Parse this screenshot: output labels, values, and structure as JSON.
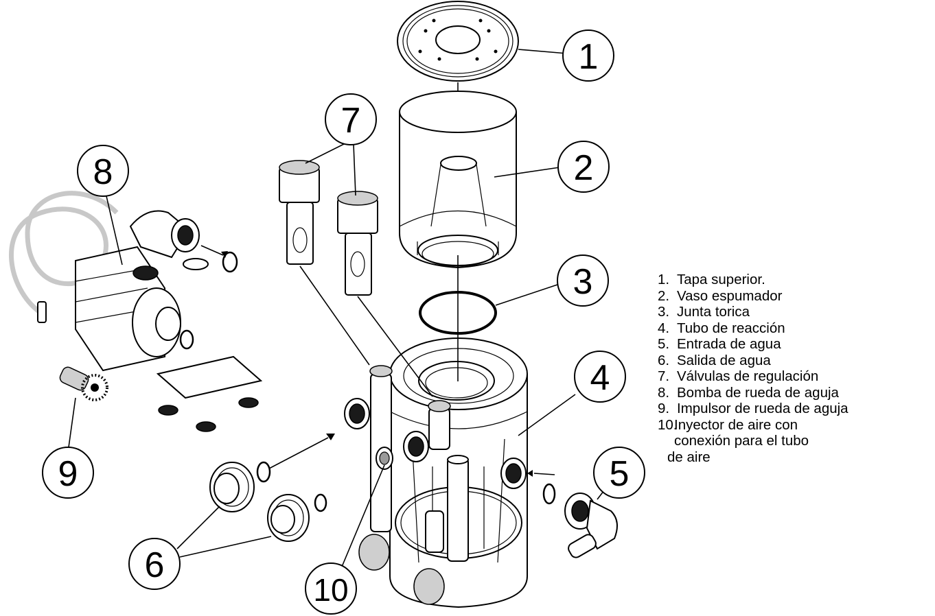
{
  "callouts": [
    {
      "id": "1",
      "label": "1"
    },
    {
      "id": "2",
      "label": "2"
    },
    {
      "id": "3",
      "label": "3"
    },
    {
      "id": "4",
      "label": "4"
    },
    {
      "id": "5",
      "label": "5"
    },
    {
      "id": "6",
      "label": "6"
    },
    {
      "id": "7",
      "label": "7"
    },
    {
      "id": "8",
      "label": "8"
    },
    {
      "id": "9",
      "label": "9"
    },
    {
      "id": "10",
      "label": "10"
    }
  ],
  "legend": {
    "items": [
      {
        "num": "1.",
        "text": "Tapa superior."
      },
      {
        "num": "2.",
        "text": "Vaso espumador"
      },
      {
        "num": "3.",
        "text": "Junta torica"
      },
      {
        "num": "4.",
        "text": "Tubo de reacción"
      },
      {
        "num": "5.",
        "text": "Entrada de agua"
      },
      {
        "num": "6.",
        "text": "Salida de agua"
      },
      {
        "num": "7.",
        "text": "Válvulas de regulación"
      },
      {
        "num": "8.",
        "text": "Bomba de rueda de aguja"
      },
      {
        "num": "9.",
        "text": "Impulsor de rueda de aguja"
      },
      {
        "num": "10.",
        "text": "Inyector de aire con"
      }
    ],
    "continuation": [
      "conexión para el tubo",
      "de aire"
    ]
  }
}
